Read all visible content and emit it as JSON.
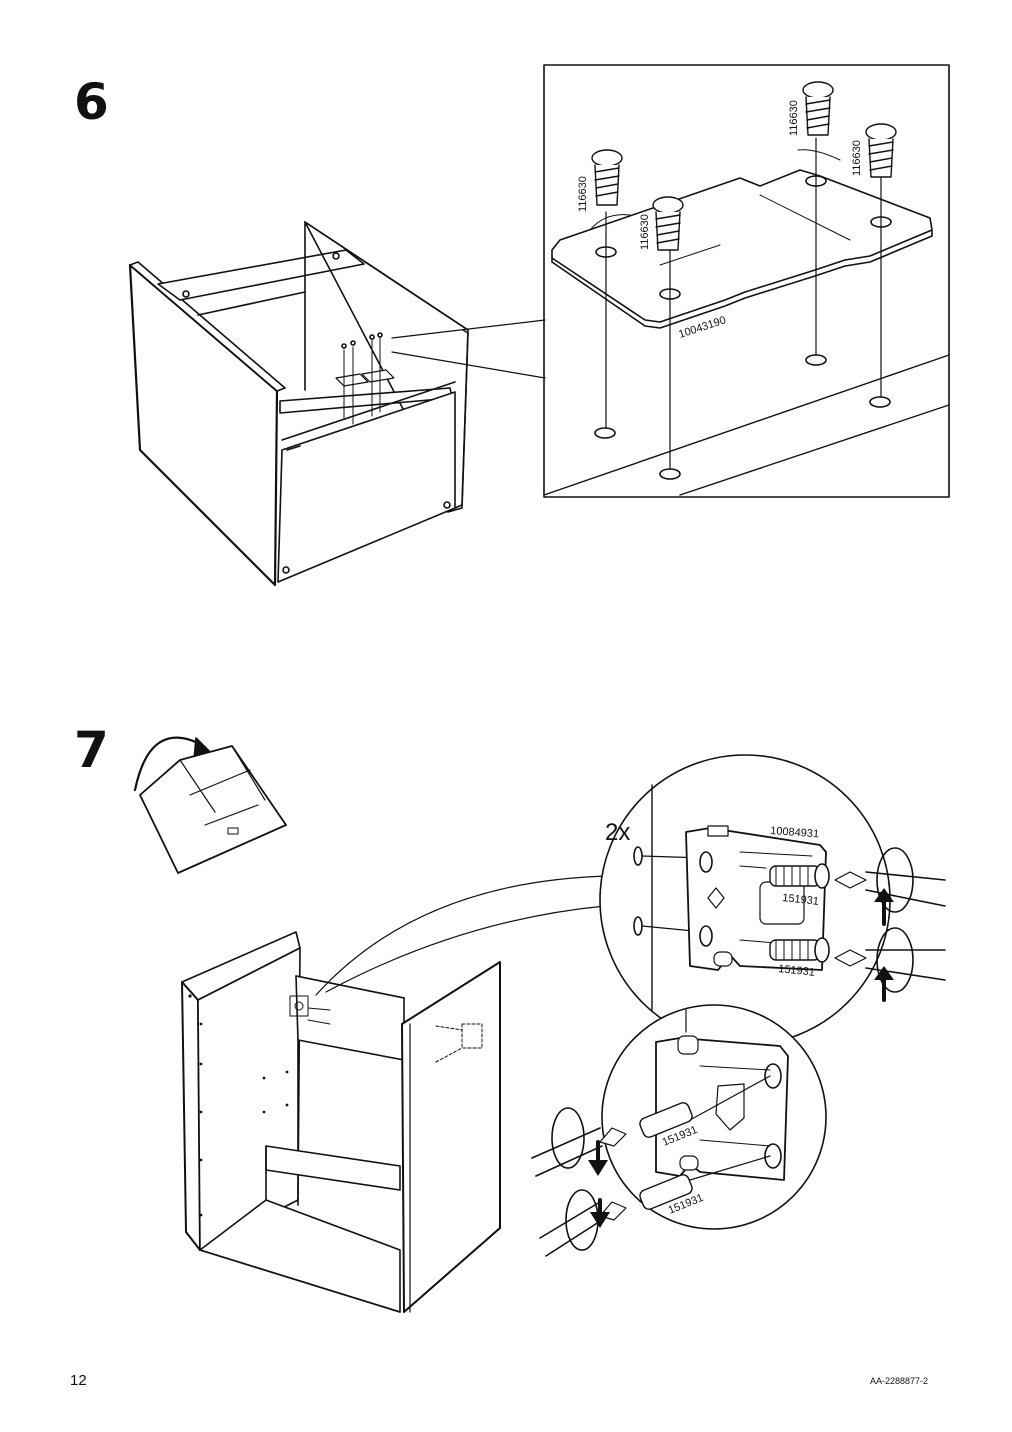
{
  "page": {
    "number": "12",
    "doc_code": "AA-2288877-2"
  },
  "step6": {
    "number": "6",
    "detail": {
      "screw_part": "116630",
      "bracket_part": "10043190"
    }
  },
  "step7": {
    "number": "7",
    "detail_top": {
      "quantity": "2x",
      "bracket_part": "10084931",
      "screw_part": "151931"
    },
    "detail_bottom": {
      "screw_part": "151931"
    }
  }
}
